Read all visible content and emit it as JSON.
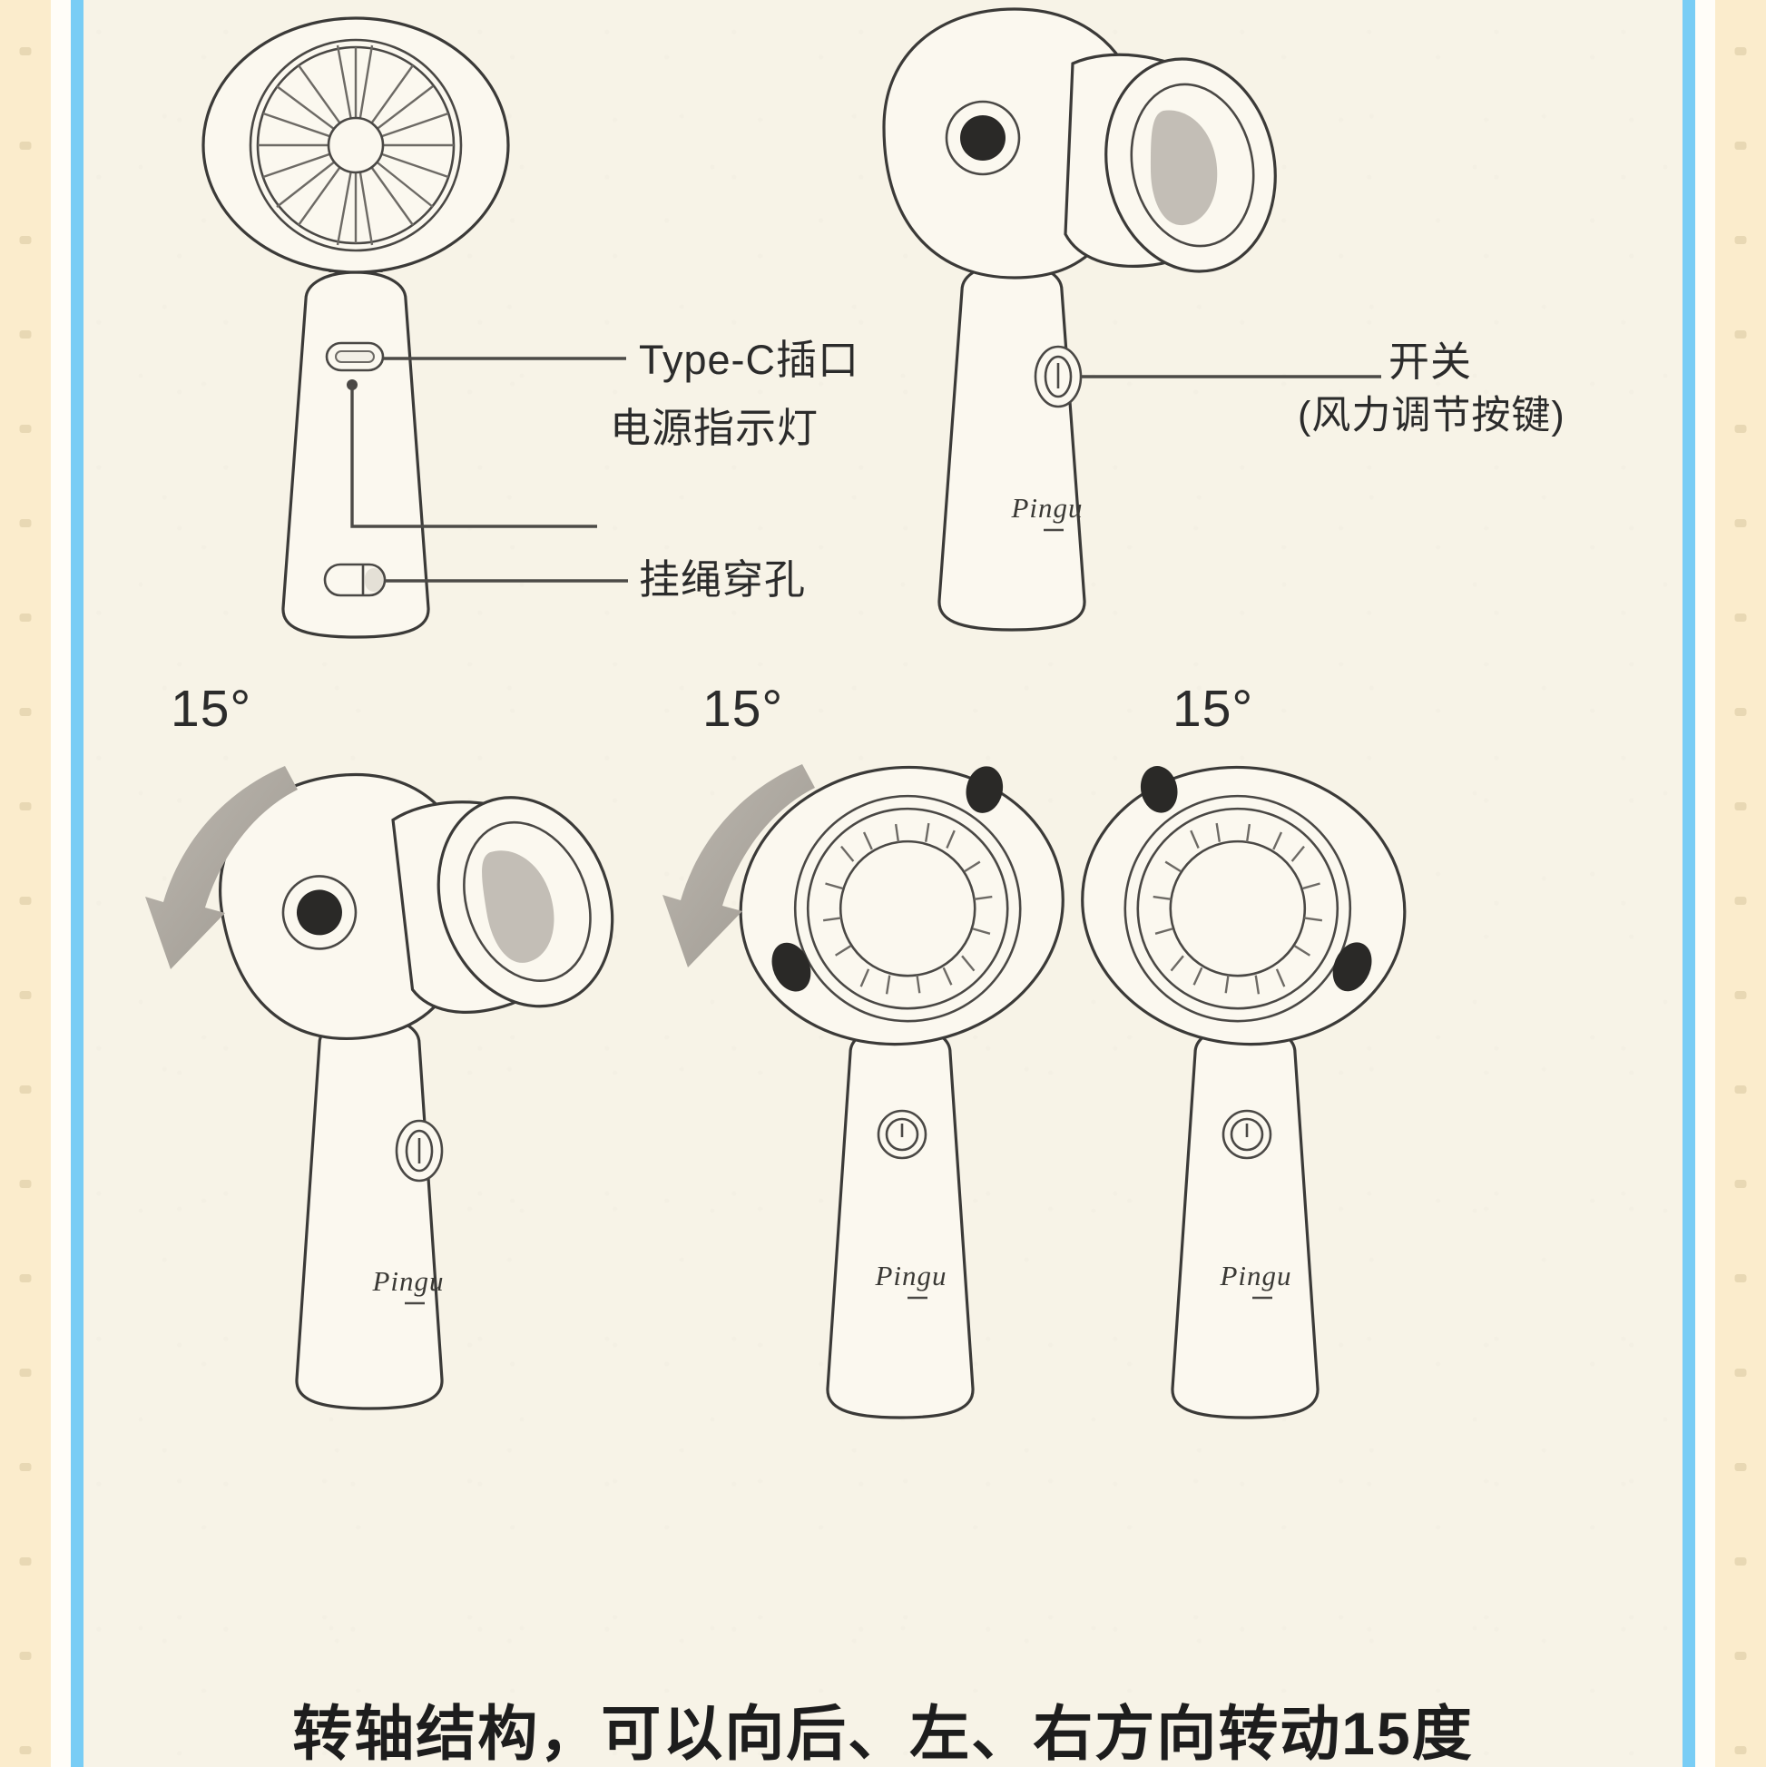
{
  "page": {
    "background_color": "#f7f3e7",
    "accent_color": "#79cdf5",
    "perforation_color": "#fbeccc"
  },
  "product": {
    "brand": "Pingu",
    "type": "handheld-fan"
  },
  "callouts": [
    {
      "id": "type-c-port",
      "label": "Type-C插口",
      "target": "charging-port"
    },
    {
      "id": "power-indicator",
      "label": "电源指示灯",
      "target": "indicator-led"
    },
    {
      "id": "lanyard-hole",
      "label": "挂绳穿孔",
      "target": "strap-hole"
    },
    {
      "id": "power-switch",
      "label": "开关",
      "target": "switch-button"
    },
    {
      "id": "wind-speed-note",
      "label": "(风力调节按键)",
      "target": "switch-button"
    }
  ],
  "angle_labels": [
    {
      "id": "angle-back",
      "value": "15°"
    },
    {
      "id": "angle-left",
      "value": "15°"
    },
    {
      "id": "angle-right",
      "value": "15°"
    }
  ],
  "caption": {
    "text": "转轴结构，可以向后、左、右方向转动15度"
  },
  "views": {
    "front": {
      "id": "view-front",
      "name": "front-view"
    },
    "side_right": {
      "id": "view-side-right",
      "name": "side-view-with-switch"
    },
    "tilt_back": {
      "id": "view-tilt-back",
      "name": "tilted-back-view"
    },
    "tilt_left": {
      "id": "view-tilt-left",
      "name": "tilted-left-view"
    },
    "tilt_right": {
      "id": "view-tilt-right",
      "name": "tilted-right-view"
    }
  }
}
